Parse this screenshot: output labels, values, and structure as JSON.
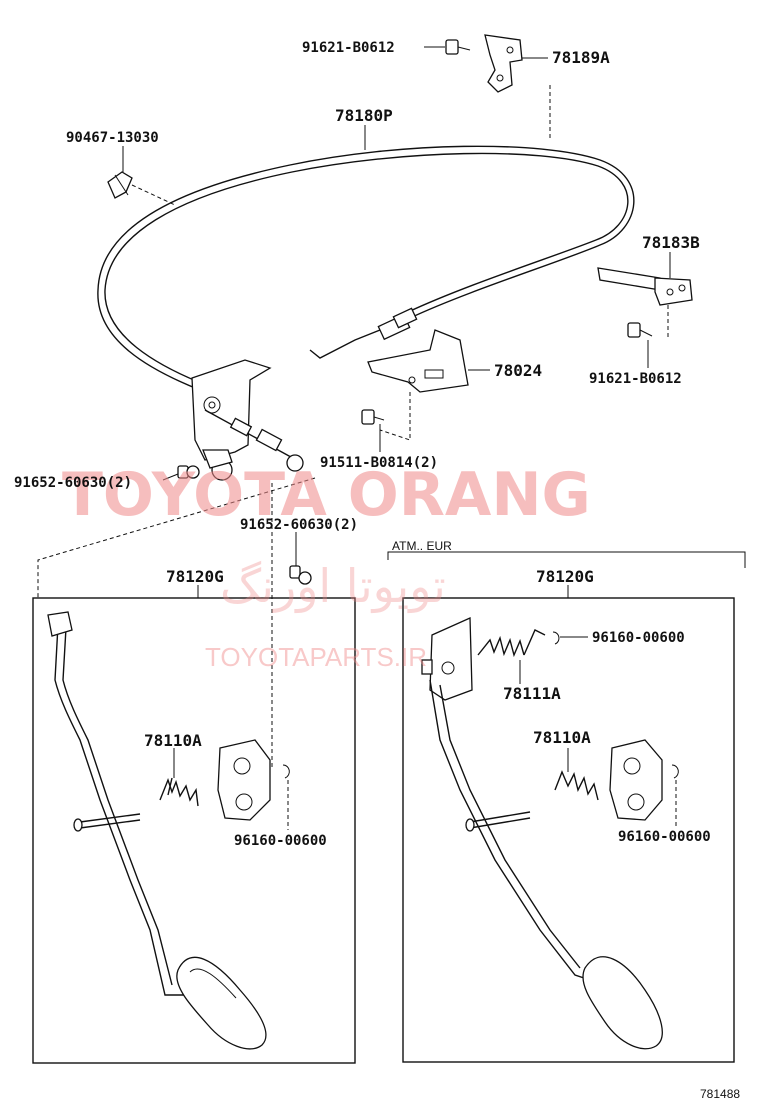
{
  "parts": {
    "p_91621_top": "91621-B0612",
    "p_78189A": "78189A",
    "p_78180P": "78180P",
    "p_90467": "90467-13030",
    "p_78183B": "78183B",
    "p_91621_right": "91621-B0612",
    "p_78024": "78024",
    "p_91511": "91511-B0814(2)",
    "p_91652_left": "91652-60630(2)",
    "p_91652_mid": "91652-60630(2)",
    "p_78120G_left": "78120G",
    "p_78120G_right": "78120G",
    "p_78110A_left": "78110A",
    "p_78110A_right": "78110A",
    "p_96160_left": "96160-00600",
    "p_96160_right_top": "96160-00600",
    "p_96160_right": "96160-00600",
    "p_78111A": "78111A"
  },
  "variant_note": "ATM.. EUR",
  "diagram_number": "781488",
  "watermarks": {
    "brand": "TOYOTA ORANG",
    "persian": "تویوتا اورنگ",
    "site": "TOYOTAPARTS.IR"
  },
  "colors": {
    "ink": "#111111",
    "watermark": "#f08a8a"
  }
}
